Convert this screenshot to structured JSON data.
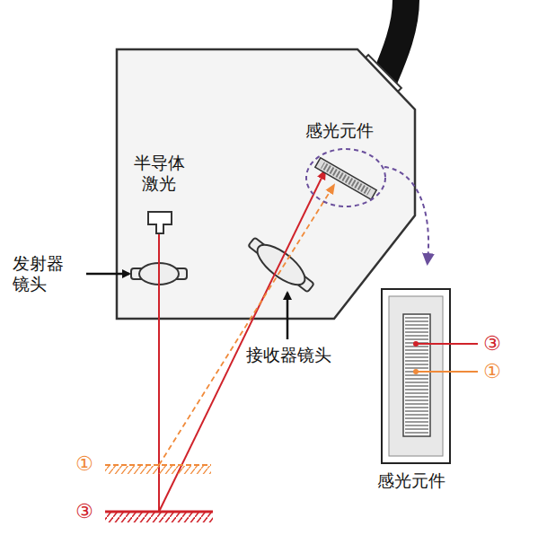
{
  "diagram": {
    "labels": [
      "感光元件",
      "半导体激光",
      "发射器镜头",
      "接收器镜头",
      "③",
      "①",
      "感光元件",
      "①",
      "③"
    ]
  }
}
